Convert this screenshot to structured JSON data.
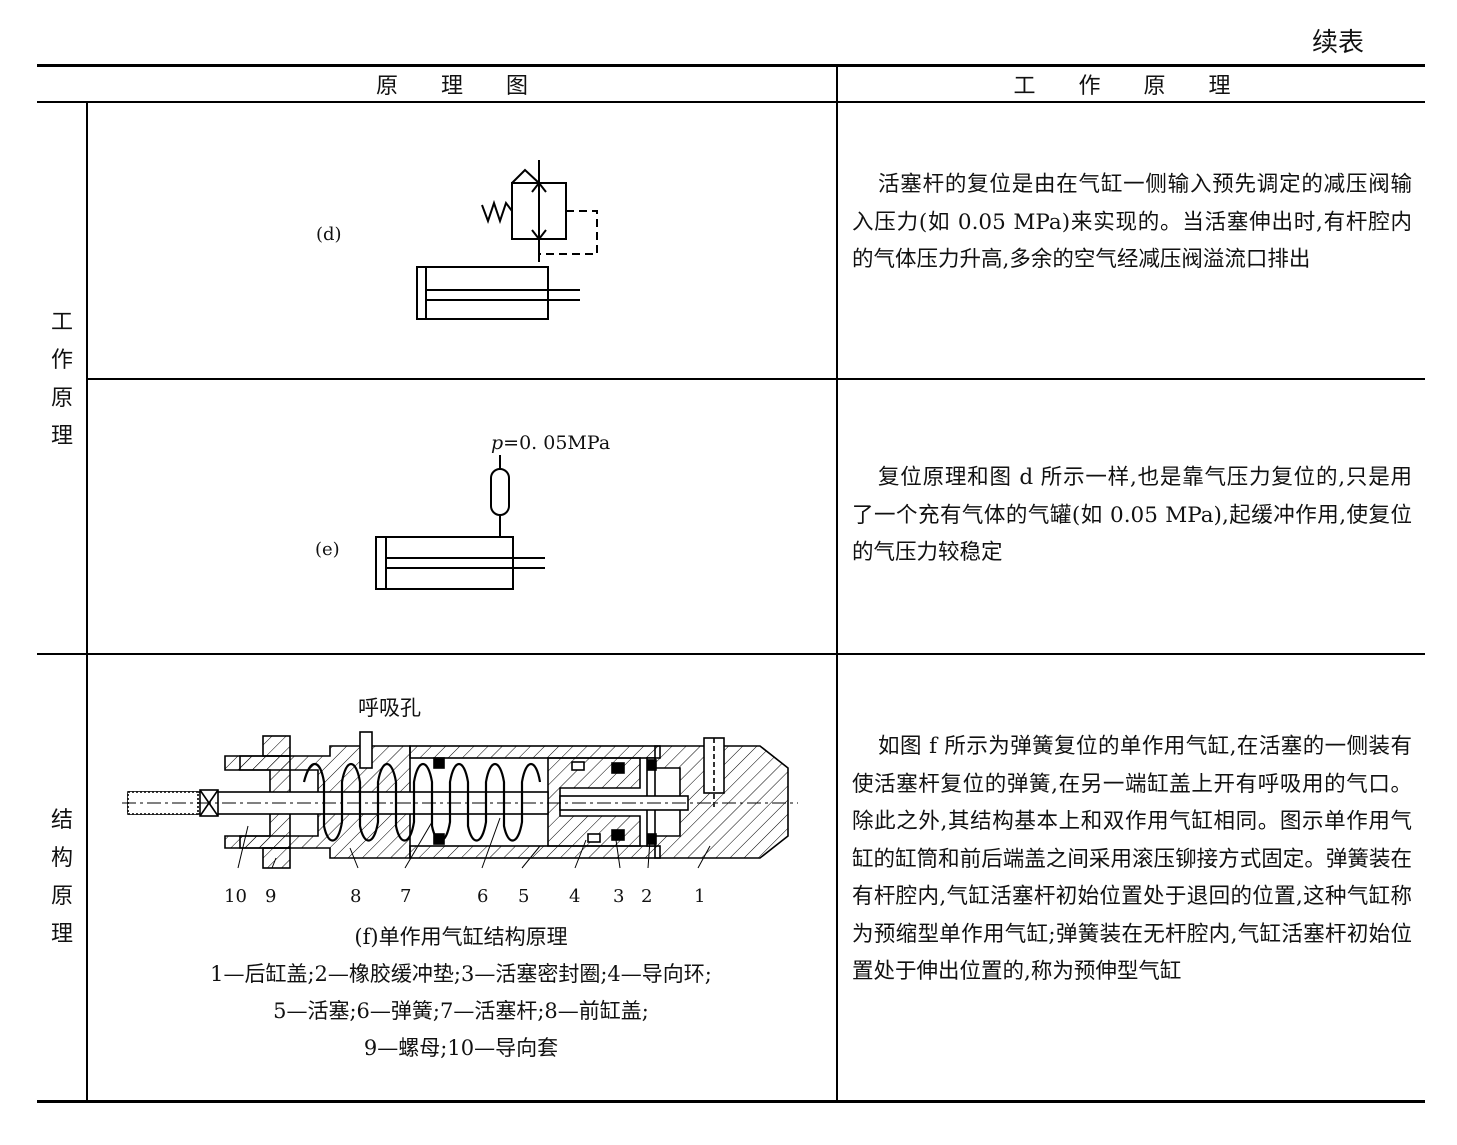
{
  "header": {
    "continued": "续表"
  },
  "columns": {
    "diagram": "原 理 图",
    "principle": "工 作 原 理"
  },
  "sections": {
    "working": [
      "工",
      "作",
      "原",
      "理"
    ],
    "structure": [
      "结",
      "构",
      "原",
      "理"
    ]
  },
  "rows": {
    "d": {
      "label": "(d)",
      "text": "活塞杆的复位是由在气缸一侧输入预先调定的减压阀输入压力(如 0.05 MPa)来实现的。当活塞伸出时,有杆腔内的气体压力升高,多余的空气经减压阀溢流口排出"
    },
    "e": {
      "label": "(e)",
      "pressure": "p=0.05MPa",
      "pressure_symbol": "p",
      "pressure_value": "=0. 05MPa",
      "text": "复位原理和图 d 所示一样,也是靠气压力复位的,只是用了一个充有气体的气罐(如 0.05 MPa),起缓冲作用,使复位的气压力较稳定"
    },
    "f": {
      "breathing_hole": "呼吸孔",
      "part_numbers": [
        "10",
        "9",
        "8",
        "7",
        "6",
        "5",
        "4",
        "3",
        "2",
        "1"
      ],
      "caption_title": "(f)单作用气缸结构原理",
      "legend_lines": [
        "1—后缸盖;2—橡胶缓冲垫;3—活塞密封圈;4—导向环;",
        "5—活塞;6—弹簧;7—活塞杆;8—前缸盖;",
        "9—螺母;10—导向套"
      ],
      "text": "如图 f 所示为弹簧复位的单作用气缸,在活塞的一侧装有使活塞杆复位的弹簧,在另一端缸盖上开有呼吸用的气口。除此之外,其结构基本上和双作用气缸相同。图示单作用气缸的缸筒和前后端盖之间采用滚压铆接方式固定。弹簧装在有杆腔内,气缸活塞杆初始位置处于退回的位置,这种气缸称为预缩型单作用气缸;弹簧装在无杆腔内,气缸活塞杆初始位置处于伸出位置的,称为预伸型气缸"
    }
  }
}
